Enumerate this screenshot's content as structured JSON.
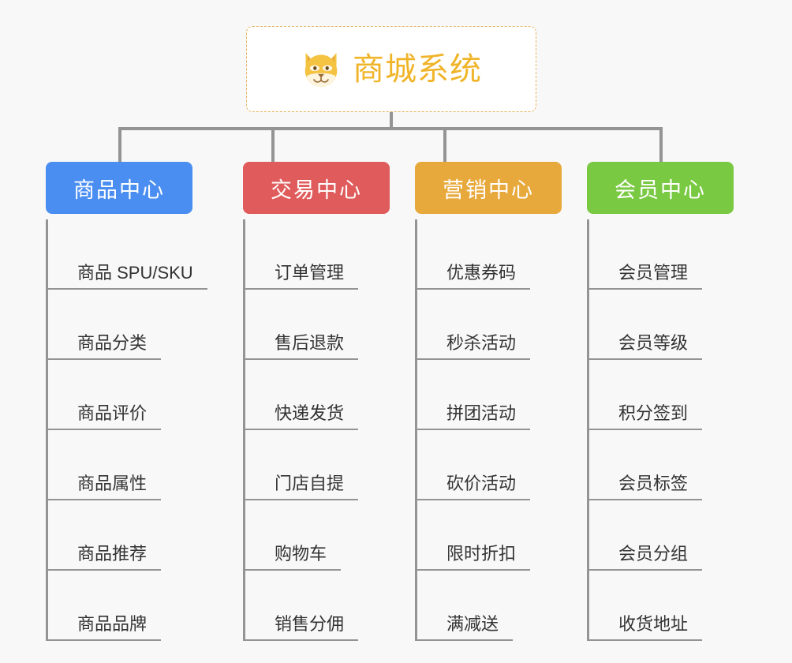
{
  "background_color": "#f8f8f8",
  "root": {
    "title": "商城系统",
    "icon": "shiba-dog-face-icon",
    "text_color": "#f0b429",
    "border_color": "#e8b463",
    "background_color": "#ffffff"
  },
  "branches": [
    {
      "label": "商品中心",
      "color": "#4a8ef2",
      "items": [
        "商品 SPU/SKU",
        "商品分类",
        "商品评价",
        "商品属性",
        "商品推荐",
        "商品品牌"
      ]
    },
    {
      "label": "交易中心",
      "color": "#e05c5c",
      "items": [
        "订单管理",
        "售后退款",
        "快递发货",
        "门店自提",
        "购物车",
        "销售分佣"
      ]
    },
    {
      "label": "营销中心",
      "color": "#e8a93c",
      "items": [
        "优惠券码",
        "秒杀活动",
        "拼团活动",
        "砍价活动",
        "限时折扣",
        "满减送"
      ]
    },
    {
      "label": "会员中心",
      "color": "#7ac943",
      "items": [
        "会员管理",
        "会员等级",
        "积分签到",
        "会员标签",
        "会员分组",
        "收货地址"
      ]
    }
  ],
  "connector_color": "#949494"
}
